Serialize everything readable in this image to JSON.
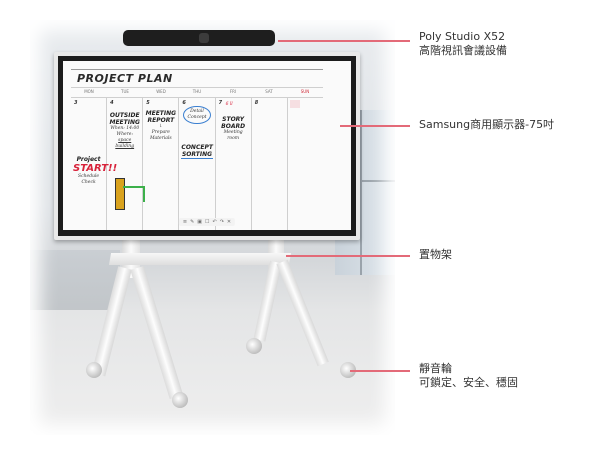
{
  "product_photo": {
    "camera": {
      "name": "Poly Studio X52"
    },
    "display": {
      "title": "PROJECT PLAN",
      "days": [
        "MON",
        "TUE",
        "WED",
        "THU",
        "FRI",
        "SAT",
        "SUN"
      ],
      "dates": [
        "3",
        "4",
        "5",
        "6",
        "7",
        "8",
        ""
      ],
      "notes": {
        "mon": {
          "line1": "Project",
          "line2": "START!!",
          "line3": "Schedule Check"
        },
        "tue": {
          "title": "OUTSIDE MEETING",
          "when": "When: 14:00",
          "where": "Where:",
          "place": "space building"
        },
        "wed": {
          "title": "MEETING REPORT",
          "sub": "Prepare Materials"
        },
        "thu": {
          "bubble": "Detail Concept",
          "title": "CONCEPT SORTING"
        },
        "fri": {
          "mark": "6 ll",
          "title": "STORY BOARD",
          "sub": "Meeting room"
        }
      },
      "toolbar_icons": [
        "menu-icon",
        "edit-icon",
        "save-icon",
        "select-icon",
        "undo-icon",
        "redo-icon",
        "close-icon"
      ],
      "toolbar_glyphs": [
        "≡",
        "✎",
        "▣",
        "☐",
        "↶",
        "↷",
        "✕"
      ]
    }
  },
  "callouts": [
    {
      "id": "camera",
      "line1": "Poly Studio X52",
      "line2": "高階視訊會議設備"
    },
    {
      "id": "display",
      "line1": "Samsung商用顯示器-75吋"
    },
    {
      "id": "shelf",
      "line1": "置物架"
    },
    {
      "id": "wheels",
      "line1": "靜音輪",
      "line2": "可鎖定、安全、穩固"
    }
  ],
  "colors": {
    "callout_line": "#e36a78",
    "label_text": "#333333",
    "accent_red": "#d8223a"
  }
}
